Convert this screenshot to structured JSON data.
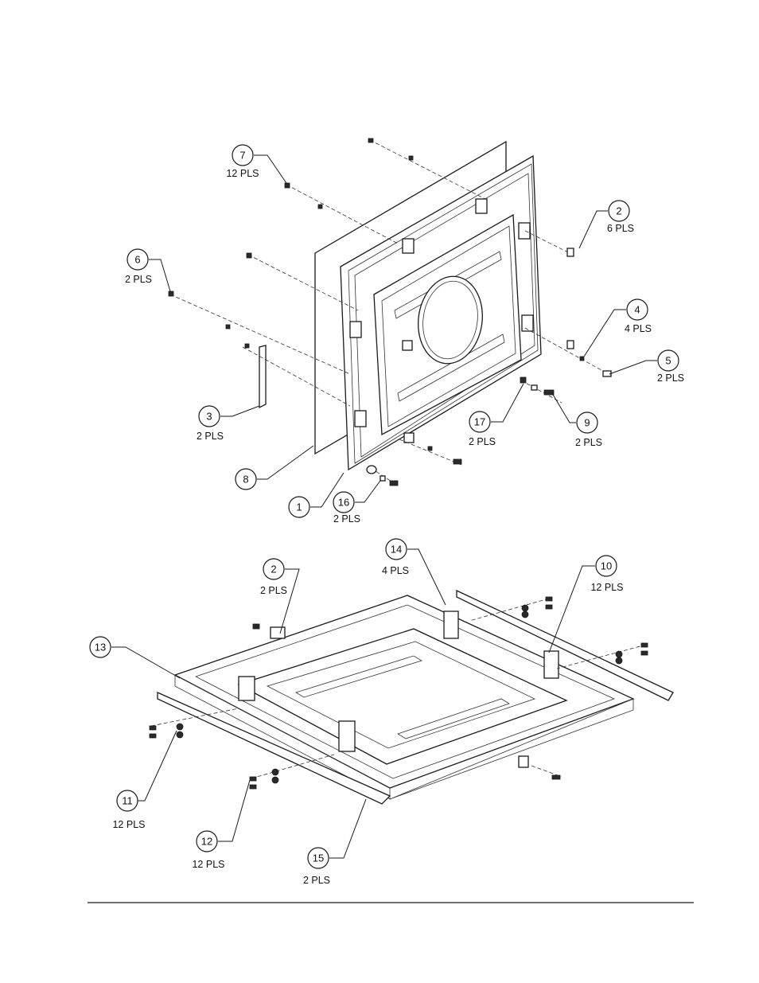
{
  "top_callouts": [
    {
      "num": "7",
      "qty": "12 PLS"
    },
    {
      "num": "2",
      "qty": "6 PLS"
    },
    {
      "num": "6",
      "qty": "2 PLS"
    },
    {
      "num": "4",
      "qty": "4 PLS"
    },
    {
      "num": "5",
      "qty": "2 PLS"
    },
    {
      "num": "3",
      "qty": "2 PLS"
    },
    {
      "num": "17",
      "qty": "2 PLS"
    },
    {
      "num": "9",
      "qty": "2 PLS"
    },
    {
      "num": "8",
      "qty": ""
    },
    {
      "num": "1",
      "qty": ""
    },
    {
      "num": "16",
      "qty": "2 PLS"
    }
  ],
  "bottom_callouts": [
    {
      "num": "14",
      "qty": "4 PLS"
    },
    {
      "num": "2",
      "qty": "2 PLS"
    },
    {
      "num": "10",
      "qty": "12 PLS"
    },
    {
      "num": "13",
      "qty": ""
    },
    {
      "num": "11",
      "qty": "12 PLS"
    },
    {
      "num": "12",
      "qty": "12 PLS"
    },
    {
      "num": "15",
      "qty": "2 PLS"
    }
  ],
  "colors": {
    "line": "#1a1a1a",
    "background": "#ffffff"
  }
}
